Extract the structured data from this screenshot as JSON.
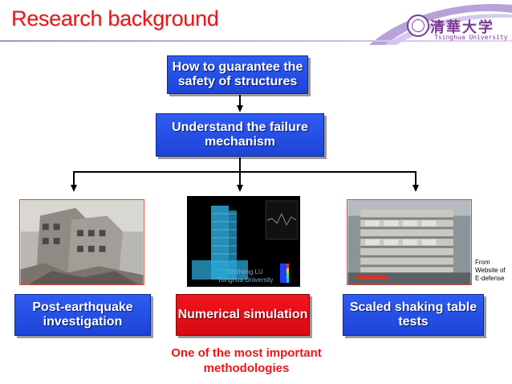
{
  "slide": {
    "title": "Research background"
  },
  "logo": {
    "chinese": "清華大学",
    "english": "Tsinghua University"
  },
  "flow": {
    "box1": "How to guarantee the safety of structures",
    "box2": "Understand the failure mechanism",
    "left": "Post-earthquake investigation",
    "center": "Numerical simulation",
    "right": "Scaled shaking table tests"
  },
  "images": {
    "center_watermark_line1": "Xinzheng LU",
    "center_watermark_line2": "Tsinghua University",
    "right_source_note": "From Website of E-defense"
  },
  "emphasis": {
    "text": "One of the most important methodologies"
  },
  "colors": {
    "title_red": "#e8171b",
    "box_blue": "#1d44d8",
    "box_red": "#e0101a",
    "logo_purple": "#7a3a93"
  }
}
